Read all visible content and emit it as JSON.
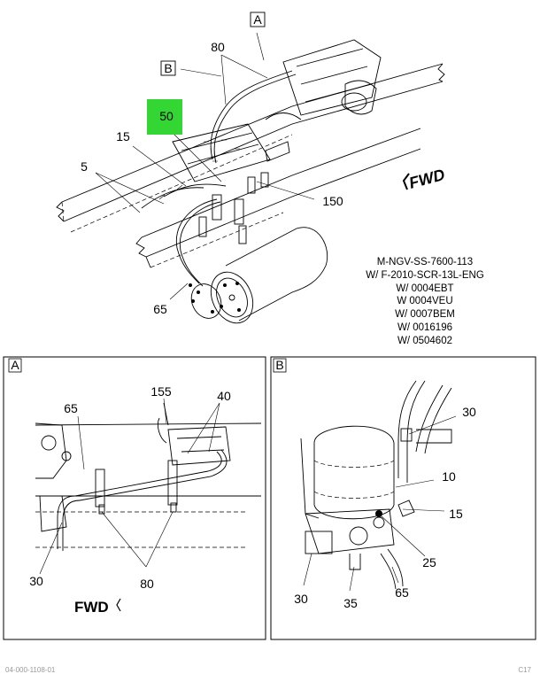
{
  "main_view": {
    "view_tags": {
      "a": "A",
      "b": "B"
    },
    "callouts": {
      "c80": "80",
      "c50": "50",
      "c15": "15",
      "c5": "5",
      "c150": "150",
      "c65": "65"
    },
    "fwd_label": "FWD",
    "highlight_color": "#33d633",
    "applicability_notes": [
      "M-NGV-SS-7600-113",
      "W/ F-2010-SCR-13L-ENG",
      "W/ 0004EBT",
      "W 0004VEU",
      "W/ 0007BEM",
      "W/ 0016196",
      "W/ 0504602"
    ]
  },
  "detail_a": {
    "tag": "A",
    "callouts": {
      "c65": "65",
      "c155": "155",
      "c40": "40",
      "c30": "30",
      "c80": "80"
    },
    "fwd_label": "FWD"
  },
  "detail_b": {
    "tag": "B",
    "callouts": {
      "c30": "30",
      "c10": "10",
      "c15": "15",
      "c25": "25",
      "c30b": "30",
      "c35": "35",
      "c65": "65"
    }
  },
  "footer": {
    "left": "04-000-1108-01",
    "right": "C17"
  }
}
